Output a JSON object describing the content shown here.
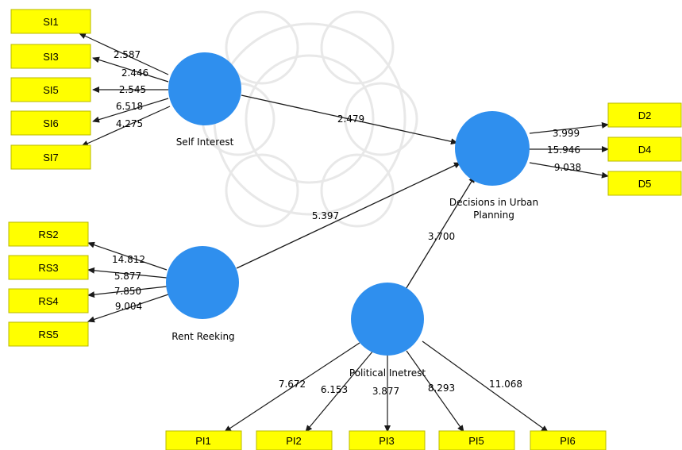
{
  "colors": {
    "indicator_fill": "#ffff00",
    "indicator_border": "#b9b900",
    "construct_fill": "#2f8fee",
    "arrow": "#1a1a1a",
    "watermark": "#e6e6e6"
  },
  "constructs": {
    "self_interest": "Self Interest",
    "rent_reeking": "Rent Reeking",
    "decisions_line1": "Decisions in Urban",
    "decisions_line2": "Planning",
    "political": "Political Inetrest"
  },
  "indicators": {
    "si": [
      "SI1",
      "SI3",
      "SI5",
      "SI6",
      "SI7"
    ],
    "rs": [
      "RS2",
      "RS3",
      "RS4",
      "RS5"
    ],
    "d": [
      "D2",
      "D4",
      "D5"
    ],
    "pi": [
      "PI1",
      "PI2",
      "PI3",
      "PI5",
      "PI6"
    ]
  },
  "loadings": {
    "si": [
      "2.587",
      "2.446",
      "2.545",
      "6.518",
      "4.275"
    ],
    "rs": [
      "14.812",
      "5.877",
      "7.850",
      "9.004"
    ],
    "d": [
      "3.999",
      "15.946",
      "9.038"
    ],
    "pi": [
      "7.672",
      "6.153",
      "3.877",
      "8.293",
      "11.068"
    ]
  },
  "paths": {
    "self_interest_to_decisions": "2.479",
    "rent_reeking_to_decisions": "5.397",
    "political_to_decisions": "3.700"
  }
}
